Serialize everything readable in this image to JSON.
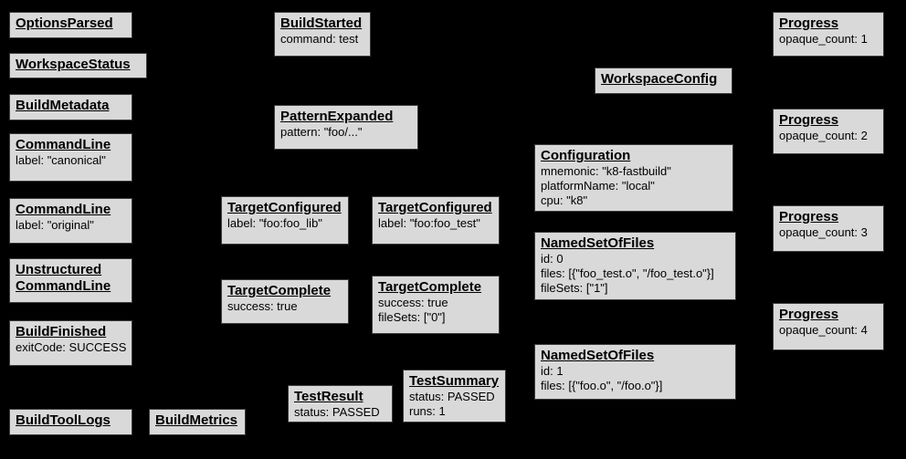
{
  "colors": {
    "background": "#000000",
    "node_fill": "#d9d9d9",
    "node_border": "#3c3c3c",
    "text": "#000000"
  },
  "nodes": {
    "optionsParsed": {
      "title": "OptionsParsed"
    },
    "workspaceStatus": {
      "title": "WorkspaceStatus"
    },
    "buildMetadata": {
      "title": "BuildMetadata"
    },
    "commandLineCanonical": {
      "title": "CommandLine",
      "lines": [
        "label: \"canonical\""
      ]
    },
    "commandLineOriginal": {
      "title": "CommandLine",
      "lines": [
        "label: \"original\""
      ]
    },
    "unstructuredCommandLine": {
      "title": "Unstructured",
      "title2": "CommandLine"
    },
    "buildFinished": {
      "title": "BuildFinished",
      "lines": [
        "exitCode: SUCCESS"
      ]
    },
    "buildToolLogs": {
      "title": "BuildToolLogs"
    },
    "buildMetrics": {
      "title": "BuildMetrics"
    },
    "buildStarted": {
      "title": "BuildStarted",
      "lines": [
        "command: test"
      ]
    },
    "patternExpanded": {
      "title": "PatternExpanded",
      "lines": [
        "pattern: \"foo/...\""
      ]
    },
    "targetConfiguredLib": {
      "title": "TargetConfigured",
      "lines": [
        "label: \"foo:foo_lib\""
      ]
    },
    "targetCompleteLib": {
      "title": "TargetComplete",
      "lines": [
        "success: true"
      ]
    },
    "testResult": {
      "title": "TestResult",
      "lines": [
        "status: PASSED"
      ]
    },
    "targetConfiguredTest": {
      "title": "TargetConfigured",
      "lines": [
        "label: \"foo:foo_test\""
      ]
    },
    "targetCompleteTest": {
      "title": "TargetComplete",
      "lines": [
        "success: true",
        "fileSets: [\"0\"]"
      ]
    },
    "testSummary": {
      "title": "TestSummary",
      "lines": [
        "status: PASSED",
        "runs: 1"
      ]
    },
    "workspaceConfig": {
      "title": "WorkspaceConfig"
    },
    "configuration": {
      "title": "Configuration",
      "lines": [
        "mnemonic: \"k8-fastbuild\"",
        "platformName: \"local\"",
        "cpu: \"k8\""
      ]
    },
    "namedSetOfFiles0": {
      "title": "NamedSetOfFiles",
      "lines": [
        "id: 0",
        "files: [{\"foo_test.o\", \"/foo_test.o\"}]",
        "fileSets: [\"1\"]"
      ]
    },
    "namedSetOfFiles1": {
      "title": "NamedSetOfFiles",
      "lines": [
        "id: 1",
        "files: [{\"foo.o\", \"/foo.o\"}]"
      ]
    },
    "progress1": {
      "title": "Progress",
      "lines": [
        "opaque_count: 1"
      ]
    },
    "progress2": {
      "title": "Progress",
      "lines": [
        "opaque_count: 2"
      ]
    },
    "progress3": {
      "title": "Progress",
      "lines": [
        "opaque_count: 3"
      ]
    },
    "progress4": {
      "title": "Progress",
      "lines": [
        "opaque_count: 4"
      ]
    }
  }
}
